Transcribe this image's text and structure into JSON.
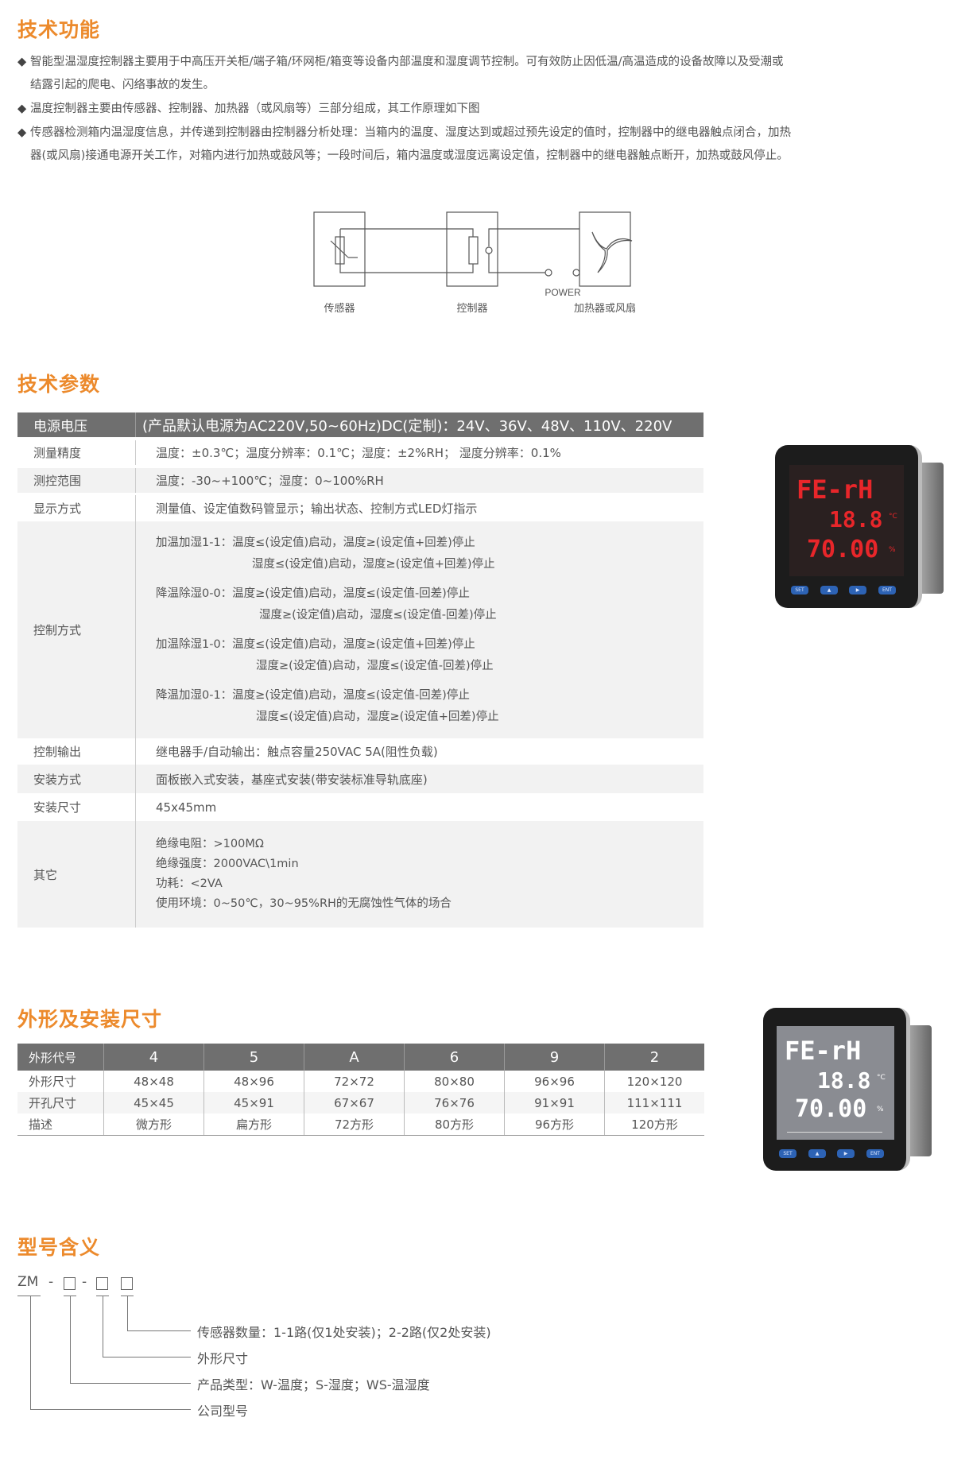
{
  "sections": {
    "features": "技术功能",
    "params": "技术参数",
    "dims": "外形及安装尺寸",
    "model": "型号含义"
  },
  "features": [
    {
      "lines": [
        "智能型温湿度控制器主要用于中高压开关柜/端子箱/环网柜/箱变等设备内部温度和湿度调节控制。可有效防止因低温/高温造成的设备故障以及受潮或",
        "结露引起的爬电、闪络事故的发生。"
      ]
    },
    {
      "lines": [
        "温度控制器主要由传感器、控制器、加热器（或风扇等）三部分组成，其工作原理如下图"
      ]
    },
    {
      "lines": [
        "传感器检测箱内温湿度信息，并传递到控制器由控制器分析处理：当箱内的温度、湿度达到或超过预先设定的值时，控制器中的继电器触点闭合，加热",
        "器(或风扇)接通电源开关工作，对箱内进行加热或鼓风等；一段时间后，箱内温度或湿度远离设定值，控制器中的继电器触点断开，加热或鼓风停止。"
      ]
    }
  ],
  "diagram": {
    "sensor": "传感器",
    "controller": "控制器",
    "heater": "加热器或风扇",
    "power": "POWER"
  },
  "spec": {
    "header": {
      "label": "电源电压",
      "value": "(产品默认电源为AC220V,50~60Hz)DC(定制)：24V、36V、48V、110V、220V"
    },
    "rows": [
      {
        "label": "测量精度",
        "value": "温度：±0.3℃；温度分辨率：0.1℃；湿度：±2%RH；  湿度分辨率：0.1%"
      },
      {
        "label": "测控范围",
        "value": "温度：-30~+100℃；湿度：0~100%RH"
      },
      {
        "label": "显示方式",
        "value": "测量值、设定值数码管显示；输出状态、控制方式LED灯指示"
      },
      {
        "label": "控制输出",
        "value": "继电器手/自动输出：触点容量250VAC 5A(阻性负载)"
      },
      {
        "label": "安装方式",
        "value": "面板嵌入式安装，基座式安装(带安装标准导轨底座)"
      },
      {
        "label": "安装尺寸",
        "value": "45x45mm"
      }
    ],
    "control": {
      "label": "控制方式",
      "modes": [
        [
          "加温加湿1-1：温度≤(设定值)启动，温度≥(设定值+回差)停止",
          "湿度≤(设定值)启动，湿度≥(设定值+回差)停止"
        ],
        [
          "降温除湿0-0：温度≥(设定值)启动，温度≤(设定值-回差)停止",
          "湿度≥(设定值)启动，湿度≤(设定值-回差)停止"
        ],
        [
          "加温除湿1-0：温度≤(设定值)启动，温度≥(设定值+回差)停止",
          "湿度≥(设定值)启动，湿度≤(设定值-回差)停止"
        ],
        [
          "降温加湿0-1：温度≥(设定值)启动，温度≤(设定值-回差)停止",
          "湿度≤(设定值)启动，湿度≥(设定值+回差)停止"
        ]
      ]
    },
    "other": {
      "label": "其它",
      "lines": [
        "绝缘电阻：>100MΩ",
        "绝缘强度：2000VAC\\1min",
        "功耗：<2VA",
        "使用环境：0~50℃，30~95%RH的无腐蚀性气体的场合"
      ]
    }
  },
  "dims": {
    "header": [
      "外形代号",
      "4",
      "5",
      "A",
      "6",
      "9",
      "2"
    ],
    "rows": [
      [
        "外形尺寸",
        "48×48",
        "48×96",
        "72×72",
        "80×80",
        "96×96",
        "120×120"
      ],
      [
        "开孔尺寸",
        "45×45",
        "45×91",
        "67×67",
        "76×76",
        "91×91",
        "111×111"
      ],
      [
        "描述",
        "微方形",
        "扁方形",
        "72方形",
        "80方形",
        "96方形",
        "120方形"
      ]
    ]
  },
  "device": {
    "line1": "FE-rH",
    "line2": "18.8",
    "line3": "70.00",
    "unit1": "°C",
    "unit2": "%",
    "buttons": [
      "SET",
      "▲",
      "▶",
      "ENT"
    ],
    "led_color": "#e8262a",
    "lcd_color": "#ffffff"
  },
  "model": {
    "prefix": "ZM",
    "dash": "-",
    "items": [
      "传感器数量：1-1路(仅1处安装)；2-2路(仅2处安装)",
      "外形尺寸",
      "产品类型：W-温度；S-湿度；WS-温湿度",
      "公司型号"
    ]
  },
  "colors": {
    "accent": "#ec8a2c",
    "header_bg": "#6f6f6f"
  }
}
